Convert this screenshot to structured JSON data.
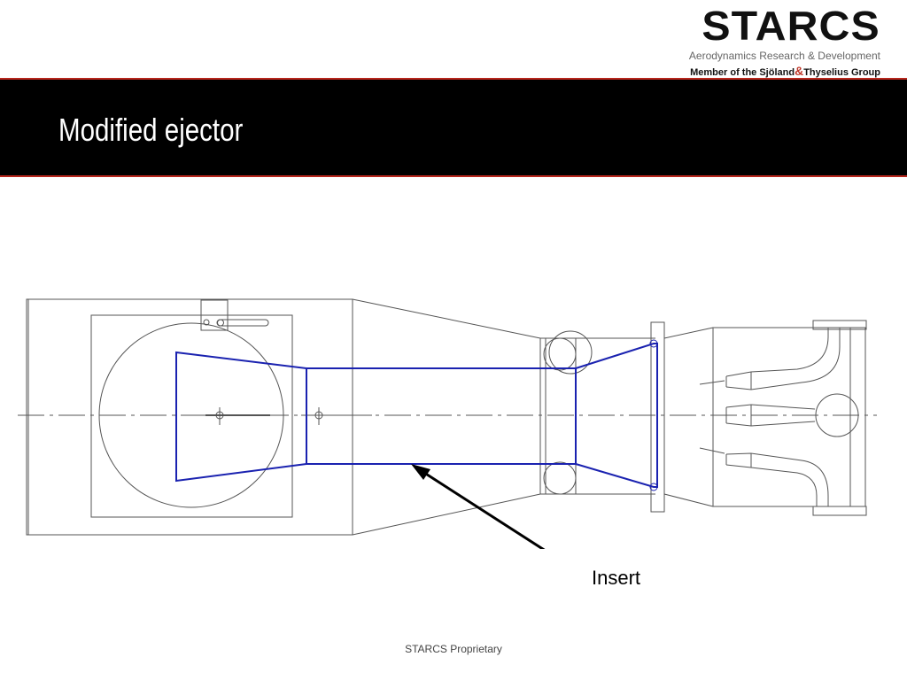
{
  "logo": {
    "name": "STARCS",
    "subtitle": "Aerodynamics Research & Development",
    "group_prefix": "Member of the Sjöland",
    "group_amp": "&",
    "group_suffix": "Thyselius Group"
  },
  "slide": {
    "title": "Modified ejector"
  },
  "diagram": {
    "insert_label": "Insert"
  },
  "footer": {
    "text": "STARCS Proprietary"
  },
  "colors": {
    "title_bar": "#000000",
    "title_border": "#b8261c",
    "insert_outline": "#1a22b0",
    "drawing_lines": "#555555",
    "logo_amp": "#c0392b"
  }
}
